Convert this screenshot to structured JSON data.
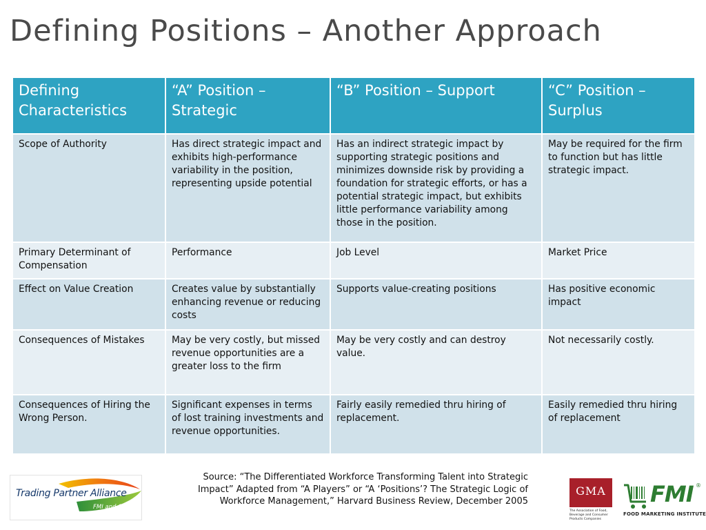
{
  "slide": {
    "title": "Defining Positions – Another Approach"
  },
  "table": {
    "headers": [
      "Defining Characteristics",
      "“A” Position – Strategic",
      "“B” Position – Support",
      "“C” Position – Surplus"
    ],
    "rows": [
      [
        "Scope of Authority",
        "Has direct strategic impact and exhibits high-performance variability in the position, representing upside potential",
        "Has an indirect strategic impact by supporting strategic positions and minimizes downside risk by providing a foundation for strategic efforts, or has a potential strategic impact, but exhibits little performance variability among those in the position.",
        "May be required for the firm to function but has little strategic impact."
      ],
      [
        "Primary Determinant of Compensation",
        "Performance",
        "Job Level",
        "Market Price"
      ],
      [
        "Effect on Value Creation",
        "Creates value by substantially enhancing revenue or reducing costs",
        "Supports value-creating positions",
        "Has positive economic impact"
      ],
      [
        "Consequences of Mistakes",
        "May be very costly, but missed revenue opportunities are a greater loss to the firm",
        "May be very costly and can destroy value.",
        "Not necessarily costly."
      ],
      [
        "Consequences of Hiring the Wrong Person.",
        "Significant expenses in terms of lost training investments and revenue opportunities.",
        "Fairly easily remedied thru hiring of replacement.",
        "Easily remedied thru hiring of replacement"
      ]
    ]
  },
  "footer": {
    "source": "Source: “The Differentiated Workforce Transforming Talent into Strategic Impact” Adapted from “A Players” or “A ‘Positions’? The Strategic Logic of Workforce Management,” Harvard Business Review, December 2005",
    "logo_tpa": {
      "name": "Trading Partner Alliance",
      "sub": "FMI and GMA"
    },
    "logo_gma": {
      "name": "GMA",
      "tagline": "The Association of Food, Beverage and Consumer Products Companies"
    },
    "logo_fmi": {
      "name": "FMI",
      "reg": "®",
      "tagline": "FOOD MARKETING INSTITUTE"
    }
  },
  "colors": {
    "header_bg": "#2ea3c2",
    "row_dark": "#d0e1ea",
    "row_light": "#e7eff4",
    "title_text": "#4a4a4a",
    "gma_red": "#a8202a",
    "fmi_green": "#2e7d32"
  }
}
